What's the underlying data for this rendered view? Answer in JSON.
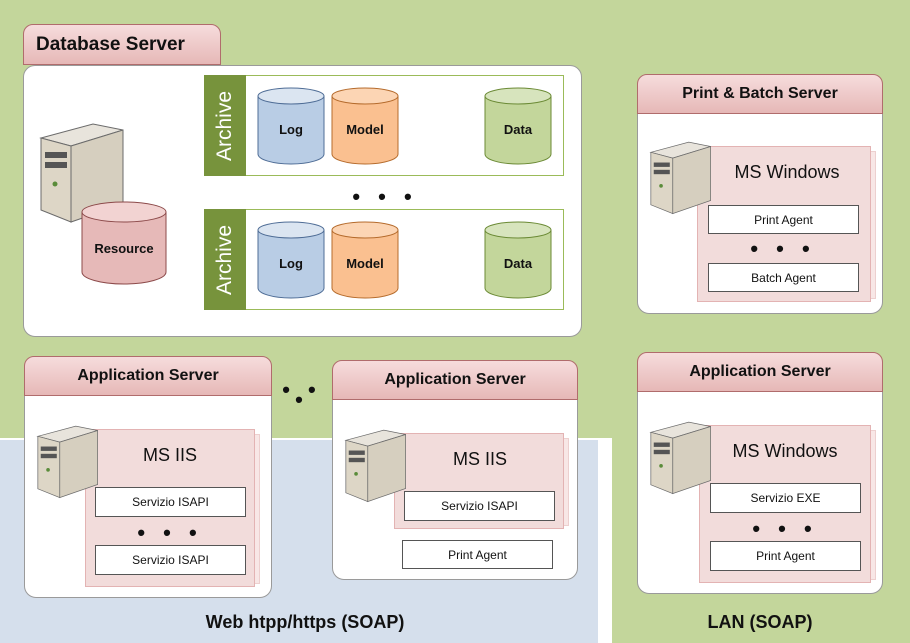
{
  "zones": {
    "web_label": "Web htpp/https (SOAP)",
    "lan_label": "LAN (SOAP)"
  },
  "database_server": {
    "title": "Database Server",
    "resource_label": "Resource",
    "archives": [
      {
        "tab": "Archive",
        "db": [
          "Log",
          "Model",
          "Data"
        ]
      },
      {
        "tab": "Archive",
        "db": [
          "Log",
          "Model",
          "Data"
        ]
      }
    ],
    "ellipsis": "• • •"
  },
  "print_batch_server": {
    "title": "Print & Batch Server",
    "os": "MS Windows",
    "services": [
      "Print Agent",
      "Batch Agent"
    ],
    "ellipsis": "• • •"
  },
  "app_server_1": {
    "title": "Application Server",
    "os": "MS IIS",
    "services": [
      "Servizio ISAPI",
      "Servizio ISAPI"
    ],
    "ellipsis": "• • •"
  },
  "between_app_servers": "• • •",
  "app_server_2": {
    "title": "Application Server",
    "os": "MS IIS",
    "services": [
      "Servizio ISAPI"
    ],
    "extra_service": "Print Agent"
  },
  "app_server_3": {
    "title": "Application Server",
    "os": "MS Windows",
    "services": [
      "Servizio EXE",
      "Print Agent"
    ],
    "ellipsis": "• • •"
  },
  "colors": {
    "green_zone": "#c3d69b",
    "blue_zone": "#d5dfec",
    "header_fill": "#e6b8b7",
    "log_cylinder": "#b9cde5",
    "model_cylinder": "#fac090",
    "data_cylinder": "#c3d69b",
    "resource_cylinder": "#e6b9b8"
  },
  "icons": [
    "server-tower-icon",
    "database-cylinder-icon"
  ]
}
